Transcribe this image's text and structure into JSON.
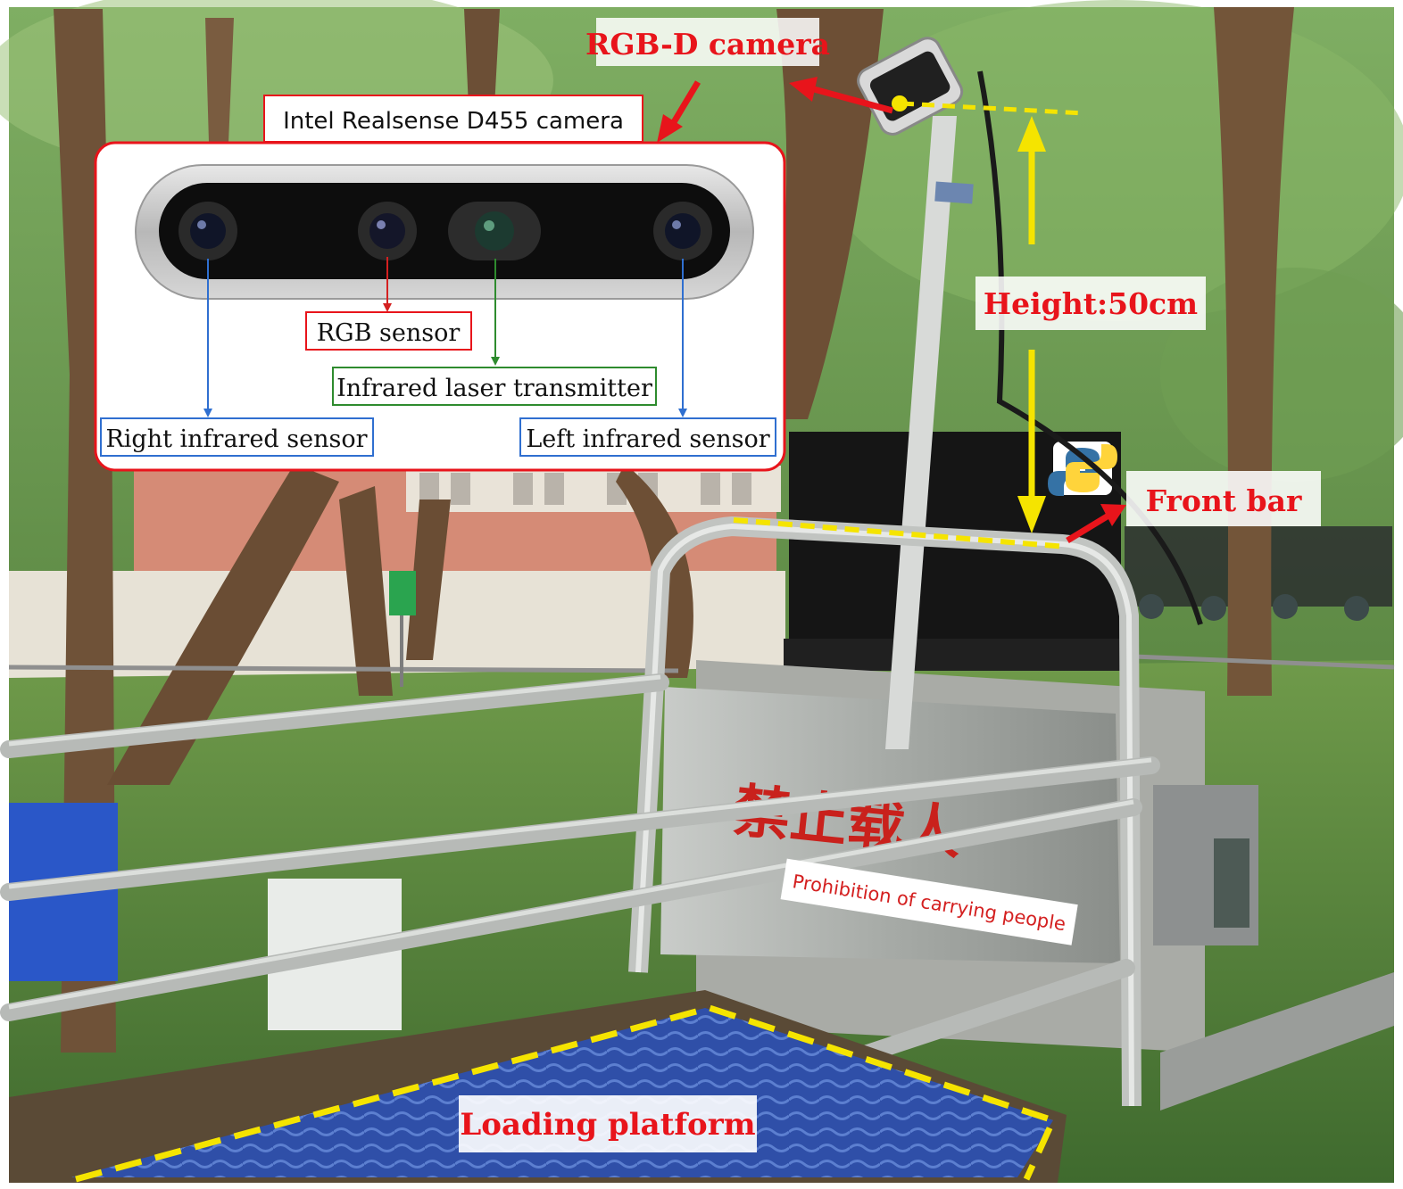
{
  "labels": {
    "rgbd_camera": "RGB-D camera",
    "model": "Intel Realsense D455 camera",
    "rgb_sensor": "RGB sensor",
    "ir_transmitter": "Infrared laser transmitter",
    "right_ir": "Right infrared sensor",
    "left_ir": "Left infrared sensor",
    "height": "Height:50cm",
    "front_bar": "Front bar",
    "prohibition_cn": "禁止载人",
    "prohibition_en": "Prohibition of carrying people",
    "loading_platform": "Loading platform"
  },
  "colors": {
    "callout_red": "#e8141b",
    "guide_yellow": "#f5e400",
    "rgb_arrow": "#d42020",
    "ir_arrow": "#2f6fd0",
    "transmitter_arrow": "#2e8b2e",
    "platform_blue": "#2f4fa8"
  },
  "icons": {
    "python_logo": "python-logo-icon"
  }
}
